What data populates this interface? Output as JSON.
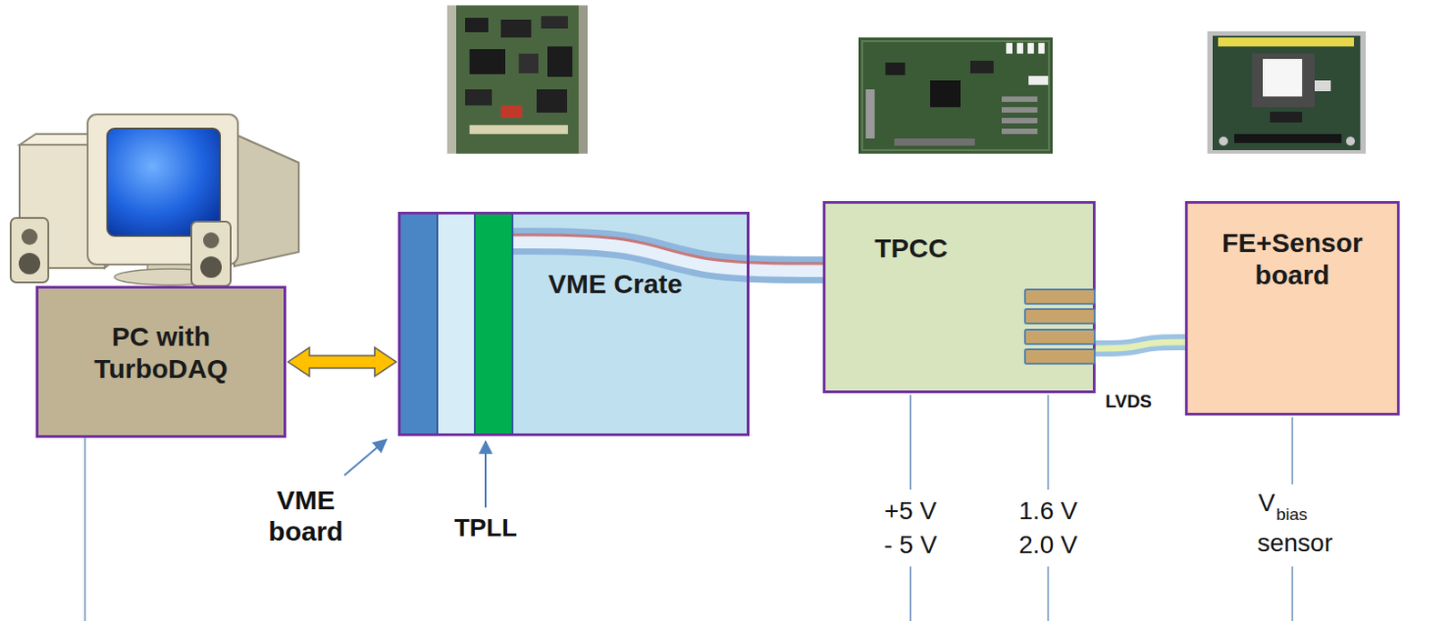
{
  "diagram": {
    "nodes": [
      {
        "text": [
          "PC with TurboDAQ"
        ]
      },
      {
        "text": [
          "VME Crate"
        ]
      },
      {
        "text": [
          "TPCC"
        ]
      },
      {
        "text": [
          "FE+Sensor board"
        ]
      }
    ],
    "edges": [
      {
        "from": 0,
        "to": 1,
        "arrow": "both"
      },
      {
        "from": 1,
        "to": 2,
        "arrow": "none"
      },
      {
        "from": 2,
        "to": 3,
        "arrow": "none",
        "label": "LVDS"
      }
    ],
    "labels": [
      "VME board",
      "TPLL",
      "+5 V",
      "- 5 V",
      "1.6 V",
      "2.0 V",
      "V",
      "bias",
      "sensor"
    ]
  }
}
